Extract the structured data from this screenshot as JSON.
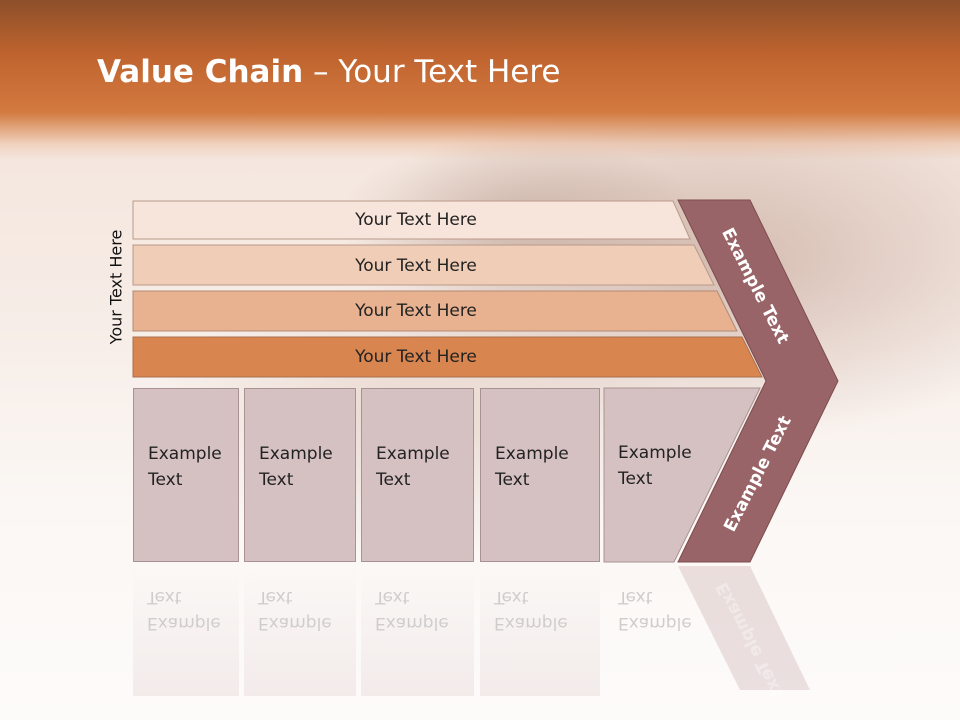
{
  "slide": {
    "title_bold": "Value Chain",
    "title_rest": " – Your Text Here",
    "side_label": "Your Text Here",
    "rows": [
      {
        "label": "Your Text Here",
        "color": "#f7e4da"
      },
      {
        "label": "Your Text Here",
        "color": "#f0cdb7"
      },
      {
        "label": "Your Text Here",
        "color": "#e8b18f"
      },
      {
        "label": "Your Text Here",
        "color": "#d98550"
      }
    ],
    "boxes": [
      {
        "line1": "Example",
        "line2": "Text"
      },
      {
        "line1": "Example",
        "line2": "Text"
      },
      {
        "line1": "Example",
        "line2": "Text"
      },
      {
        "line1": "Example",
        "line2": "Text"
      },
      {
        "line1": "Example",
        "line2": "Text"
      }
    ],
    "chevron_top": "Example Text",
    "chevron_bottom": "Example Text",
    "chevron_color": "#996467"
  }
}
